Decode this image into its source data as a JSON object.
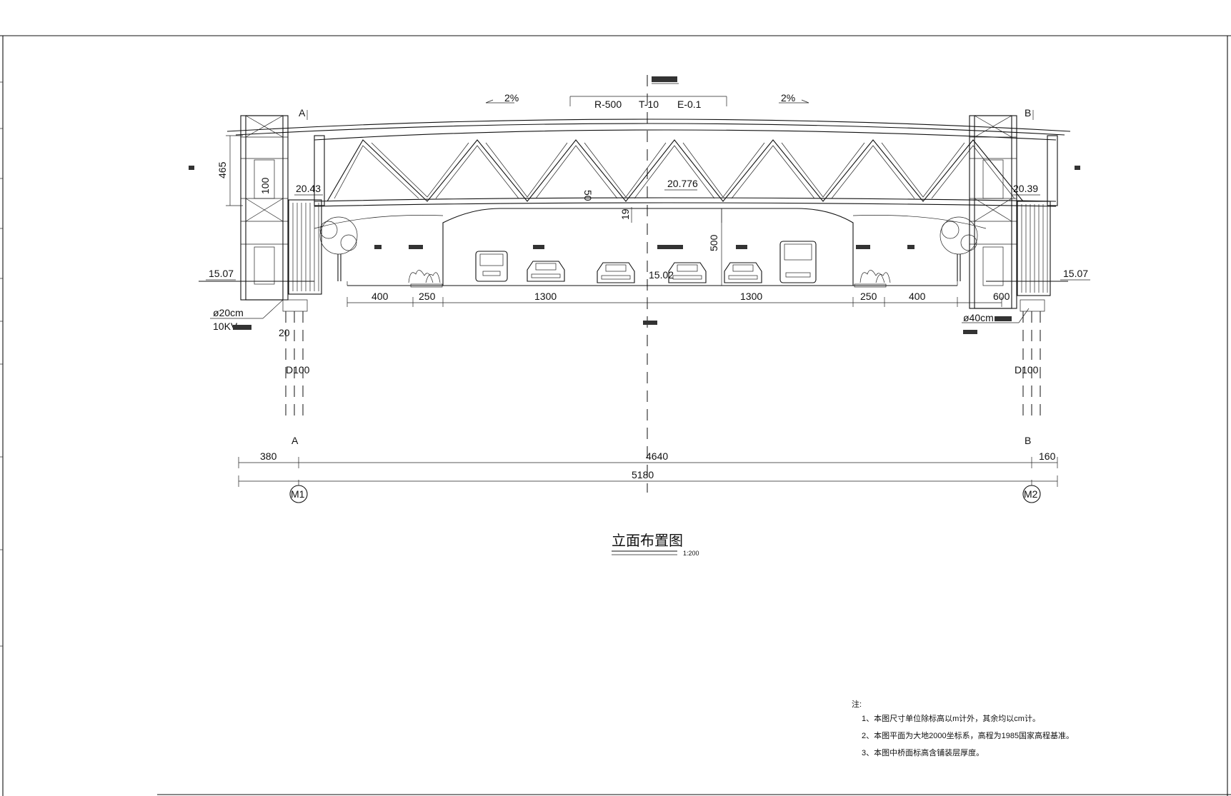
{
  "grade_left": "2%",
  "grade_right": "2%",
  "curve_params": {
    "r": "R-500",
    "t": "T-10",
    "e": "E-0.1"
  },
  "axis_labels": {
    "left": "A",
    "right": "B",
    "left_bottom": "A",
    "right_bottom": "B"
  },
  "dims_vertical": {
    "truss_height": "465",
    "stair_100": "100",
    "web_50": "50",
    "clear_19": "19",
    "clearance_500": "500"
  },
  "elevations": {
    "deck_left": "20.43",
    "deck_mid": "20.776",
    "deck_right": "20.39",
    "ground_left": "15.07",
    "ground_mid": "15.02",
    "ground_right": "15.07"
  },
  "road_dims": [
    "400",
    "250",
    "1300",
    "1300",
    "250",
    "400",
    "600"
  ],
  "pier_dims": {
    "left_20": "20",
    "left_pile": "D100",
    "right_pile": "D100"
  },
  "pipe_notes": {
    "left_pipe": "ø20cm",
    "left_cable": "10KV",
    "right_pipe": "ø40cm"
  },
  "span_dims": {
    "left": "380",
    "center": "4640",
    "right": "160",
    "total": "5180"
  },
  "column_markers": {
    "left": "M1",
    "right": "M2"
  },
  "title": "立面布置图",
  "scale": "1:200",
  "notes_label": "注:",
  "notes": [
    "1、本图尺寸单位除标高以m计外，其余均以cm计。",
    "2、本图平面为大地2000坐标系，高程为1985国家高程基准。",
    "3、本图中桥面标高含铺装层厚度。"
  ],
  "colors": {
    "line": "#111111",
    "background": "#ffffff"
  }
}
